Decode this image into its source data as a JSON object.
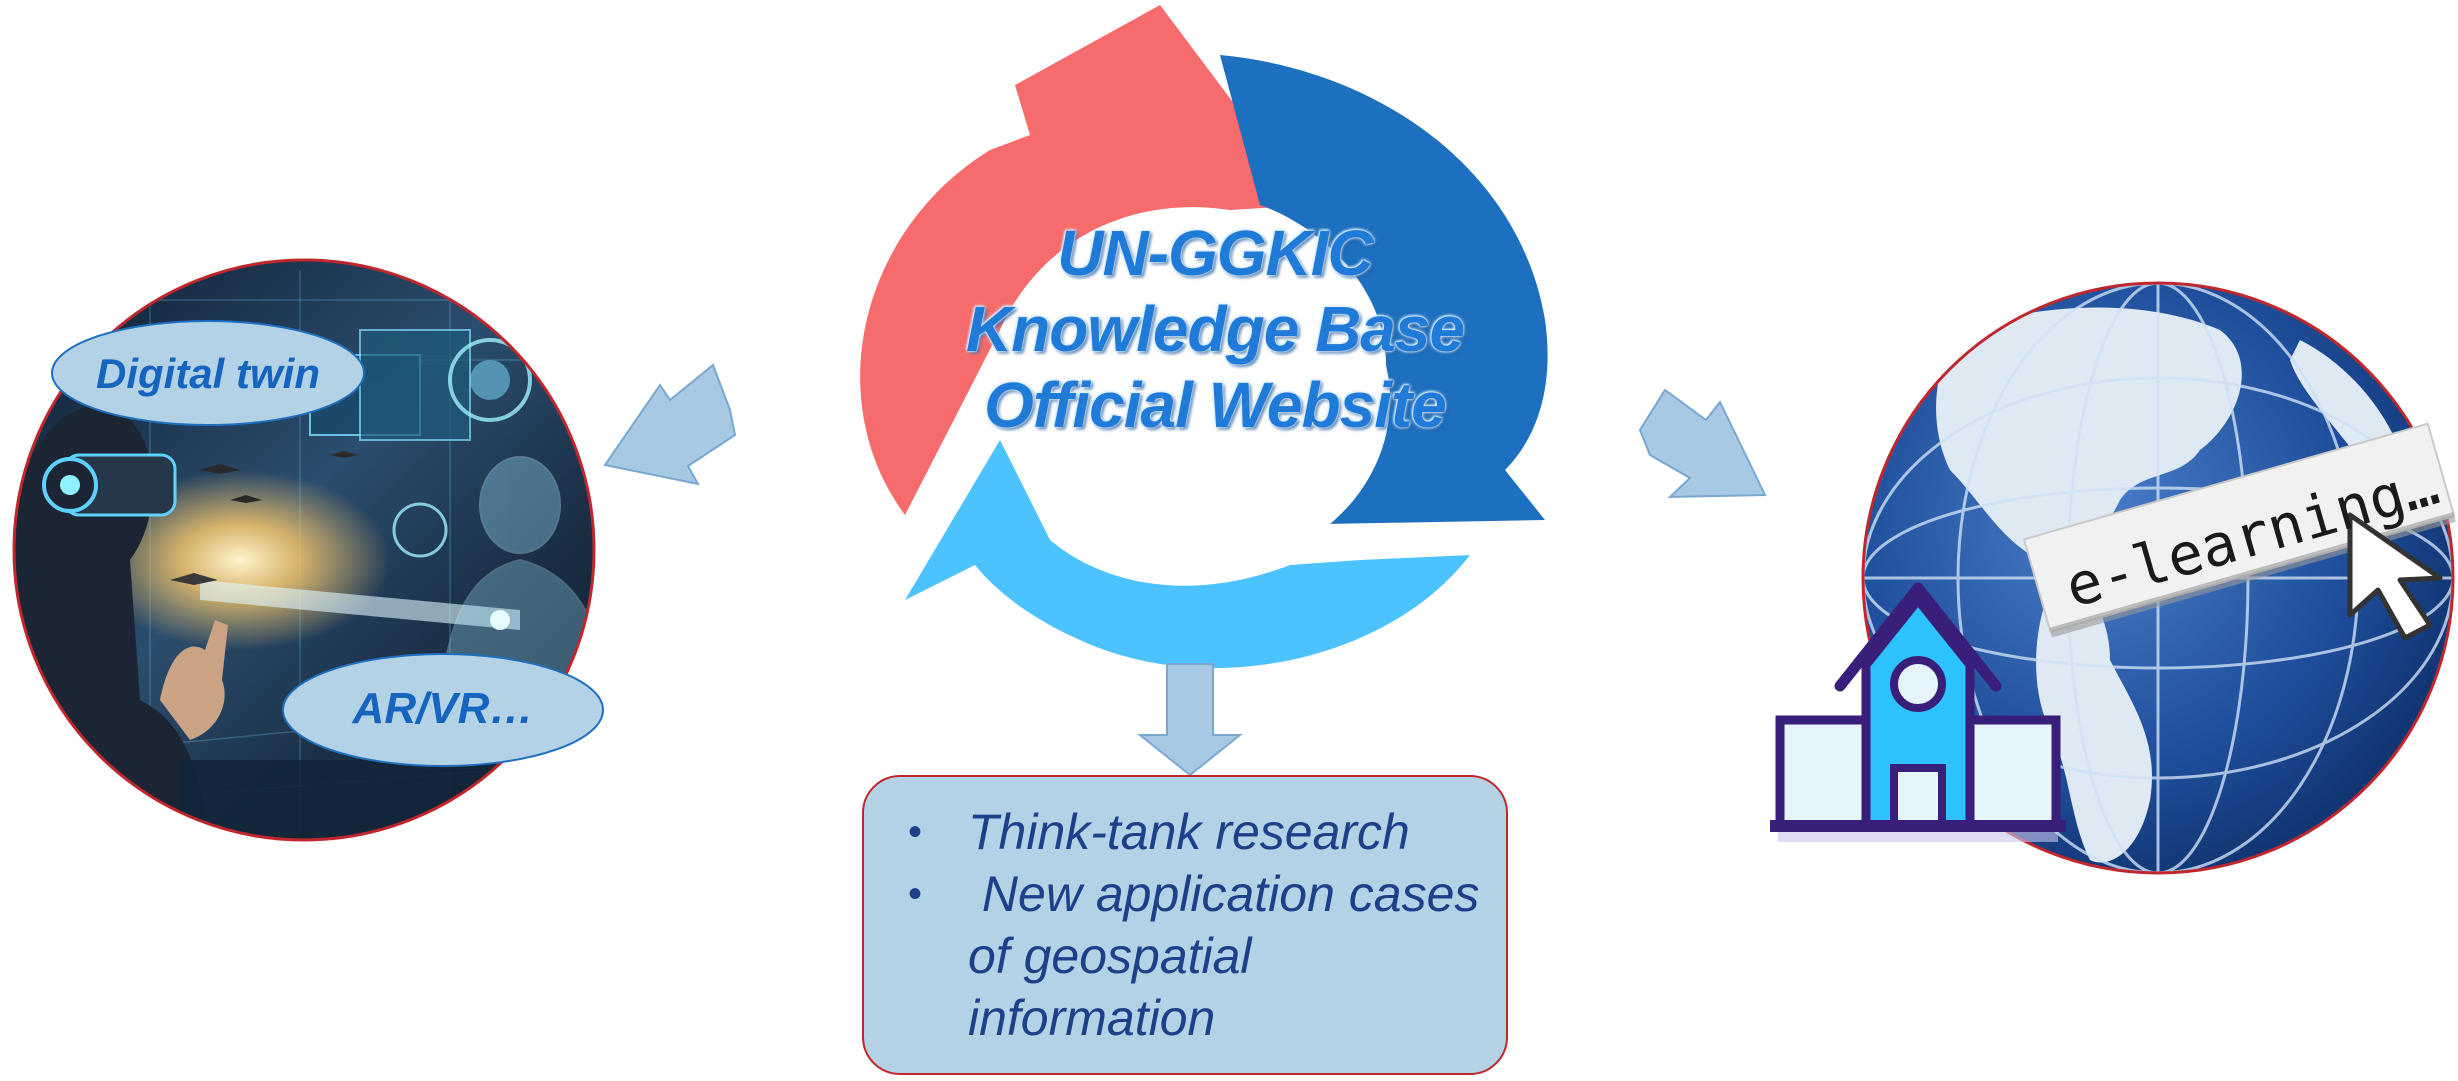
{
  "cycle": {
    "title_lines": [
      "UN-GGKIC",
      "Knowledge Base",
      "Official Website"
    ],
    "colors": {
      "red_segment": "#f66b6b",
      "dark_blue_segment": "#1d6fbf",
      "light_blue_segment": "#4cc3ff",
      "arrow_fill": "#a7c9e4"
    }
  },
  "left_panel": {
    "labels": [
      "Digital twin",
      "AR/VR…"
    ],
    "border_color": "#c0272d",
    "bubble_color": "#b4d2e6"
  },
  "info_box": {
    "items": [
      "Think-tank research",
      " New application cases of geospatial information"
    ],
    "bullet_char": "•"
  },
  "right_panel": {
    "banner_text": "e-learning…",
    "icons": [
      "globe-icon",
      "school-building-icon",
      "mouse-cursor-icon"
    ]
  }
}
